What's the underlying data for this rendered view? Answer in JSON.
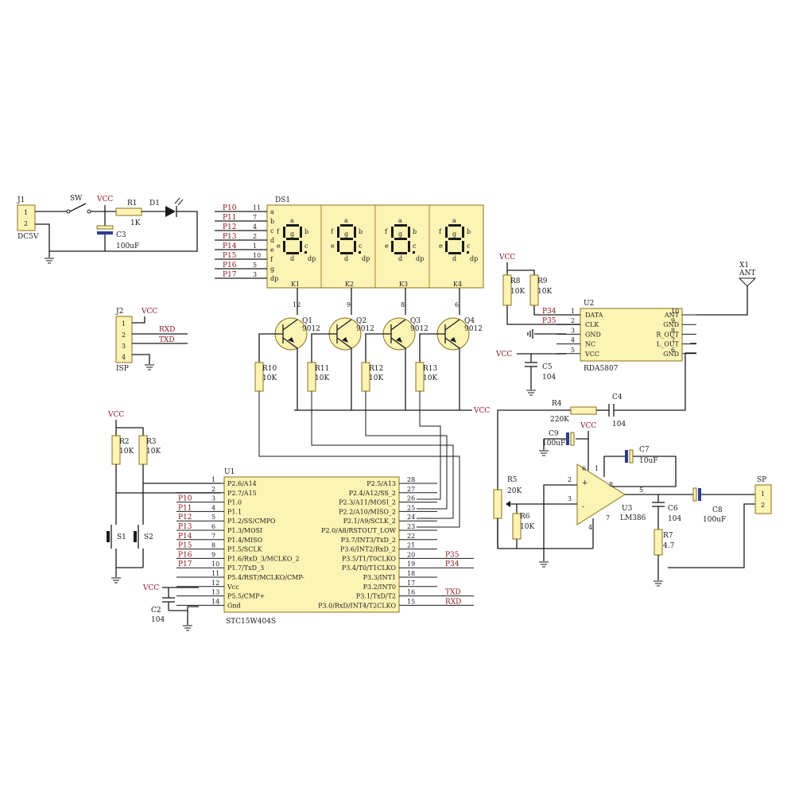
{
  "power": {
    "vcc": "VCC",
    "j1_ref": "J1",
    "j1_label": "DC5V",
    "j1_pins": [
      "1",
      "2"
    ],
    "sw_ref": "SW",
    "r1_ref": "R1",
    "r1_val": "1K",
    "d1_ref": "D1",
    "c3_ref": "C3",
    "c3_val": "100uF"
  },
  "isp": {
    "ref": "J2",
    "label": "ISP",
    "pins": [
      "1",
      "2",
      "3",
      "4"
    ],
    "rxd": "RXD",
    "txd": "TXD"
  },
  "display": {
    "ref": "DS1",
    "nets": [
      "P10",
      "P11",
      "P12",
      "P13",
      "P14",
      "P15",
      "P16",
      "P17"
    ],
    "pin_nums": [
      "11",
      "7",
      "4",
      "2",
      "1",
      "10",
      "5",
      "3"
    ],
    "segs": [
      "a",
      "b",
      "c",
      "d",
      "e",
      "f",
      "g",
      "dp"
    ],
    "digit_labels": [
      "a",
      "b",
      "c",
      "d",
      "e",
      "f",
      "g",
      "dp"
    ],
    "commons": [
      "K1",
      "K2",
      "K3",
      "K4"
    ],
    "common_pins": [
      "12",
      "9",
      "8",
      "6"
    ]
  },
  "transistors": [
    {
      "ref": "Q1",
      "val": "9012"
    },
    {
      "ref": "Q2",
      "val": "9012"
    },
    {
      "ref": "Q3",
      "val": "9012"
    },
    {
      "ref": "Q4",
      "val": "9012"
    }
  ],
  "base_resistors": [
    {
      "ref": "R10",
      "val": "10K"
    },
    {
      "ref": "R11",
      "val": "10K"
    },
    {
      "ref": "R12",
      "val": "10K"
    },
    {
      "ref": "R13",
      "val": "10K"
    }
  ],
  "switches": {
    "r2_ref": "R2",
    "r2_val": "10K",
    "r3_ref": "R3",
    "r3_val": "10K",
    "s1": "S1",
    "s2": "S2"
  },
  "mcu": {
    "ref": "U1",
    "part": "STC15W404S",
    "left_pins": [
      {
        "n": "1",
        "name": "P2.6/A14",
        "net": ""
      },
      {
        "n": "2",
        "name": "P2.7/A15",
        "net": ""
      },
      {
        "n": "3",
        "name": "P1.0",
        "net": "P10"
      },
      {
        "n": "4",
        "name": "P1.1",
        "net": "P11"
      },
      {
        "n": "5",
        "name": "P1.2/SS/CMPO",
        "net": "P12"
      },
      {
        "n": "6",
        "name": "P1.3/MOSI",
        "net": "P13"
      },
      {
        "n": "7",
        "name": "P1.4/MISO",
        "net": "P14"
      },
      {
        "n": "8",
        "name": "P1.5/SCLK",
        "net": "P15"
      },
      {
        "n": "9",
        "name": "P1.6/RxD_3/MCLKO_2",
        "net": "P16"
      },
      {
        "n": "10",
        "name": "P1.7/TxD_3",
        "net": "P17"
      },
      {
        "n": "11",
        "name": "P5.4/RST/MCLKO/CMP-",
        "net": ""
      },
      {
        "n": "12",
        "name": "Vcc",
        "net": ""
      },
      {
        "n": "13",
        "name": "P5.5/CMP+",
        "net": ""
      },
      {
        "n": "14",
        "name": "Gnd",
        "net": ""
      }
    ],
    "right_pins": [
      {
        "n": "28",
        "name": "P2.5/A13",
        "net": ""
      },
      {
        "n": "27",
        "name": "P2.4/A12/SS_2",
        "net": ""
      },
      {
        "n": "26",
        "name": "P2.3/A11/MOSI_2",
        "net": ""
      },
      {
        "n": "25",
        "name": "P2.2/A10/MISO_2",
        "net": ""
      },
      {
        "n": "24",
        "name": "P2.1/A9/SCLK_2",
        "net": ""
      },
      {
        "n": "23",
        "name": "P2.0/A8/RSTOUT_LOW",
        "net": ""
      },
      {
        "n": "22",
        "name": "P3.7/INT3/TxD_2",
        "net": ""
      },
      {
        "n": "21",
        "name": "P3.6/INT2/RxD_2",
        "net": ""
      },
      {
        "n": "20",
        "name": "P3.5/T1/T0CLKO",
        "net": "P35"
      },
      {
        "n": "19",
        "name": "P3.4/T0/T1CLKO",
        "net": "P34"
      },
      {
        "n": "18",
        "name": "P3.3/INT1",
        "net": ""
      },
      {
        "n": "17",
        "name": "P3.2/INT0",
        "net": ""
      },
      {
        "n": "16",
        "name": "P3.1/TxD/T2",
        "net": "TXD"
      },
      {
        "n": "15",
        "name": "P3.0/RxD/INT4/T2CLKO",
        "net": "RXD"
      }
    ],
    "c2_ref": "C2",
    "c2_val": "104"
  },
  "radio": {
    "ref": "U2",
    "part": "RDA5807",
    "left_pins": [
      {
        "n": "1",
        "name": "DATA",
        "net": "P34"
      },
      {
        "n": "2",
        "name": "CLK",
        "net": "P35"
      },
      {
        "n": "3",
        "name": "GND",
        "net": ""
      },
      {
        "n": "4",
        "name": "NC",
        "net": ""
      },
      {
        "n": "5",
        "name": "VCC",
        "net": "VCC"
      }
    ],
    "right_pins": [
      {
        "n": "10",
        "name": "ANT"
      },
      {
        "n": "9",
        "name": "GND"
      },
      {
        "n": "8",
        "name": "R_OUT"
      },
      {
        "n": "7",
        "name": "L_OUT"
      },
      {
        "n": "6",
        "name": "GND"
      }
    ],
    "r8_ref": "R8",
    "r8_val": "10K",
    "r9_ref": "R9",
    "r9_val": "10K",
    "c5_ref": "C5",
    "c5_val": "104",
    "x1_ref": "X1",
    "x1_label": "ANT"
  },
  "amp": {
    "ref": "U3",
    "part": "LM386",
    "r4_ref": "R4",
    "r4_val": "220K",
    "c4_ref": "C4",
    "c4_val": "104",
    "c9_ref": "C9",
    "c9_val": "100uF",
    "c7_ref": "C7",
    "c7_val": "10uF",
    "r5_ref": "R5",
    "r5_val": "20K",
    "r6_ref": "R6",
    "r6_val": "10K",
    "c6_ref": "C6",
    "c6_val": "104",
    "r7_ref": "R7",
    "r7_val": "4.7",
    "c8_ref": "C8",
    "c8_val": "100uF",
    "sp_ref": "SP",
    "sp_pins": [
      "1",
      "2"
    ],
    "pins": {
      "p2": "2",
      "p3": "3",
      "p4": "4",
      "p5": "5",
      "p6": "6",
      "p7": "7",
      "p8": "8",
      "p1": "1"
    }
  },
  "colors": {
    "component_fill": "#fdf3b4",
    "net_label": "#8a1420",
    "wire": "#1a1a1a"
  }
}
